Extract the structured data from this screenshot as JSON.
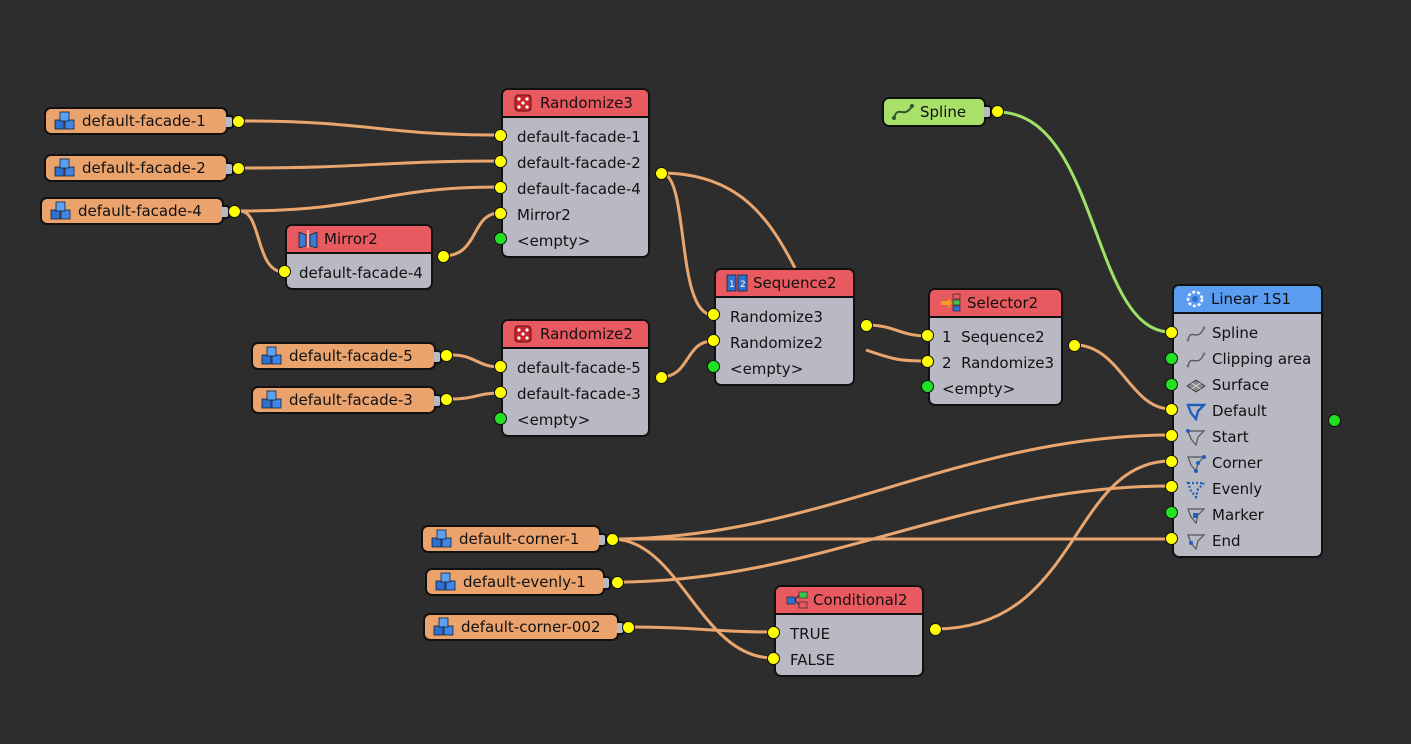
{
  "colors": {
    "background": "#2d2d2d",
    "wire_default": "#e9a66e",
    "wire_spline": "#9fe066",
    "port_active": "#ffff00",
    "port_empty": "#22e022",
    "node_header_red": "#e85a5f",
    "node_header_blue": "#5a9cf0",
    "node_body": "#b9b9c4",
    "asset_pill": "#eba36e",
    "spline_pill": "#a8e06a"
  },
  "assets": {
    "facade1": {
      "label": "default-facade-1",
      "icon": "cube-cluster-icon"
    },
    "facade2": {
      "label": "default-facade-2",
      "icon": "cube-cluster-icon"
    },
    "facade4": {
      "label": "default-facade-4",
      "icon": "cube-cluster-icon"
    },
    "facade5": {
      "label": "default-facade-5",
      "icon": "cube-cluster-icon"
    },
    "facade3": {
      "label": "default-facade-3",
      "icon": "cube-cluster-icon"
    },
    "corner1": {
      "label": "default-corner-1",
      "icon": "cube-cluster-icon"
    },
    "evenly1": {
      "label": "default-evenly-1",
      "icon": "cube-cluster-icon"
    },
    "corner002": {
      "label": "default-corner-002",
      "icon": "cube-cluster-icon"
    },
    "spline": {
      "label": "Spline",
      "icon": "spline-curve-icon"
    }
  },
  "nodes": {
    "randomize3": {
      "title": "Randomize3",
      "icon": "dice-icon",
      "inputs": [
        "default-facade-1",
        "default-facade-2",
        "default-facade-4",
        "Mirror2",
        "<empty>"
      ]
    },
    "mirror2": {
      "title": "Mirror2",
      "icon": "mirror-icon",
      "inputs": [
        "default-facade-4"
      ]
    },
    "randomize2": {
      "title": "Randomize2",
      "icon": "dice-icon",
      "inputs": [
        "default-facade-5",
        "default-facade-3",
        "<empty>"
      ]
    },
    "sequence2": {
      "title": "Sequence2",
      "icon": "sequence-icon",
      "inputs": [
        "Randomize3",
        "Randomize2",
        "<empty>"
      ]
    },
    "selector2": {
      "title": "Selector2",
      "icon": "selector-icon",
      "inputs": [
        {
          "num": "1",
          "label": "Sequence2"
        },
        {
          "num": "2",
          "label": "Randomize3"
        },
        {
          "num": "",
          "label": "<empty>"
        }
      ]
    },
    "conditional2": {
      "title": "Conditional2",
      "icon": "conditional-icon",
      "inputs": [
        "TRUE",
        "FALSE"
      ]
    },
    "linear": {
      "title": "Linear 1S1",
      "icon": "linear-ring-icon",
      "inputs": [
        {
          "label": "Spline",
          "icon": "spline-icon"
        },
        {
          "label": "Clipping area",
          "icon": "clipping-area-icon"
        },
        {
          "label": "Surface",
          "icon": "surface-icon"
        },
        {
          "label": "Default",
          "icon": "default-path-icon"
        },
        {
          "label": "Start",
          "icon": "start-path-icon"
        },
        {
          "label": "Corner",
          "icon": "corner-path-icon"
        },
        {
          "label": "Evenly",
          "icon": "evenly-path-icon"
        },
        {
          "label": "Marker",
          "icon": "marker-path-icon"
        },
        {
          "label": "End",
          "icon": "end-path-icon"
        }
      ]
    }
  }
}
